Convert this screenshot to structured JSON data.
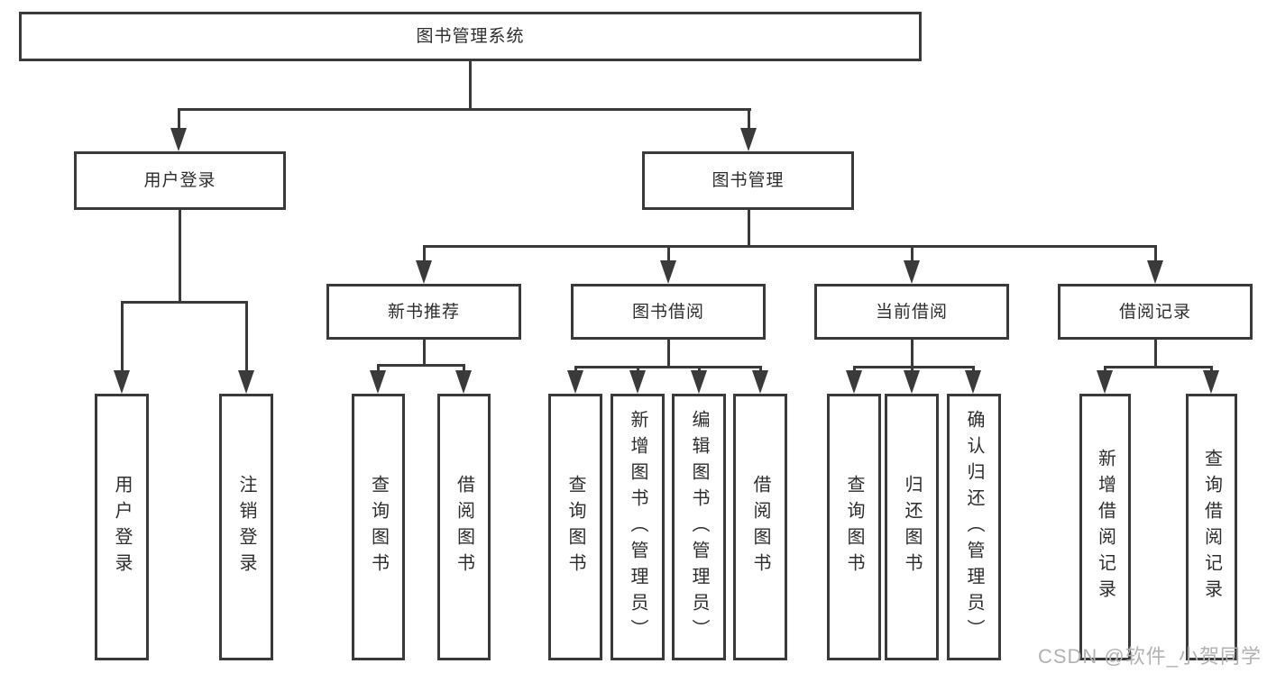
{
  "tree": {
    "root": {
      "label": "图书管理系统",
      "children": [
        {
          "label": "用户登录",
          "children": [
            {
              "label": "用户登录"
            },
            {
              "label": "注销登录"
            }
          ]
        },
        {
          "label": "图书管理",
          "children": [
            {
              "label": "新书推荐",
              "children": [
                {
                  "label": "查询图书"
                },
                {
                  "label": "借阅图书"
                }
              ]
            },
            {
              "label": "图书借阅",
              "children": [
                {
                  "label": "查询图书"
                },
                {
                  "label": "新增图书（管理员）"
                },
                {
                  "label": "编辑图书（管理员）"
                },
                {
                  "label": "借阅图书"
                }
              ]
            },
            {
              "label": "当前借阅",
              "children": [
                {
                  "label": "查询图书"
                },
                {
                  "label": "归还图书"
                },
                {
                  "label": "确认归还（管理员）"
                }
              ]
            },
            {
              "label": "借阅记录",
              "children": [
                {
                  "label": "新增借阅记录"
                },
                {
                  "label": "查询借阅记录"
                }
              ]
            }
          ]
        }
      ]
    }
  },
  "watermark": "CSDN @软件_小贺同学",
  "colors": {
    "line": "#3a3a3a",
    "text": "#2d2d2d",
    "watermark": "#b2b2b2",
    "bg": "#ffffff"
  }
}
